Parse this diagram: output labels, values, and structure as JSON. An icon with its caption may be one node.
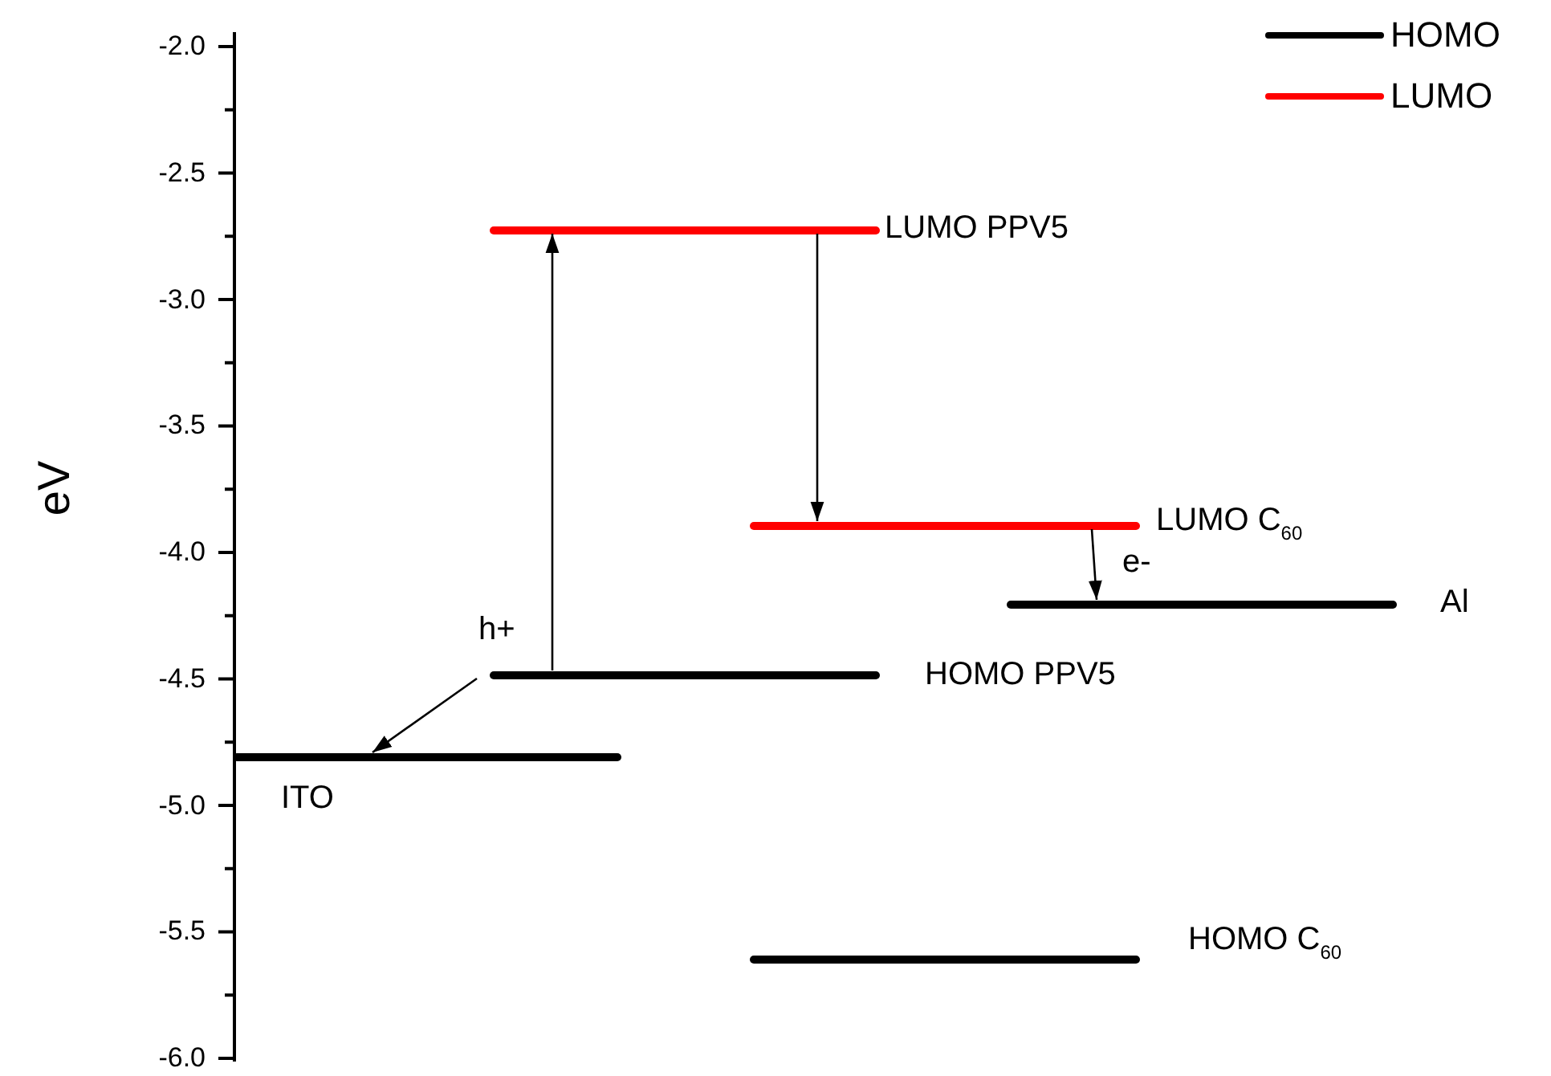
{
  "diagram": {
    "nodes": [
      {
        "text": [],
        "shape": "bar",
        "beside": [
          "LUMO PPV5"
        ]
      },
      {
        "text": [],
        "shape": "bar",
        "beside": [
          "LUMO C$_{60}$"
        ]
      },
      {
        "text": [],
        "shape": "bar",
        "beside": [
          "Al"
        ]
      },
      {
        "text": [],
        "shape": "bar",
        "beside": [
          "HOMO PPV5"
        ]
      },
      {
        "text": [],
        "shape": "bar",
        "beside": [
          "ITO"
        ]
      },
      {
        "text": [],
        "shape": "bar",
        "beside": [
          "HOMO C$_{60}$"
        ]
      }
    ],
    "edges": [
      {
        "from": 3,
        "to": 0,
        "arrow": "to"
      },
      {
        "from": 0,
        "to": 1,
        "arrow": "to"
      },
      {
        "from": 1,
        "to": 2,
        "arrow": "to",
        "label": "e-"
      },
      {
        "from": 3,
        "to": 4,
        "arrow": "to",
        "label": "h+"
      }
    ],
    "labels": [
      "-2.0",
      "-2.5",
      "-3.0",
      "-3.5",
      "-4.0",
      "-4.5",
      "-5.0",
      "-5.5",
      "-6.0",
      "eV"
    ],
    "legend": [
      {
        "text": "HOMO"
      },
      {
        "text": "LUMO"
      }
    ]
  }
}
